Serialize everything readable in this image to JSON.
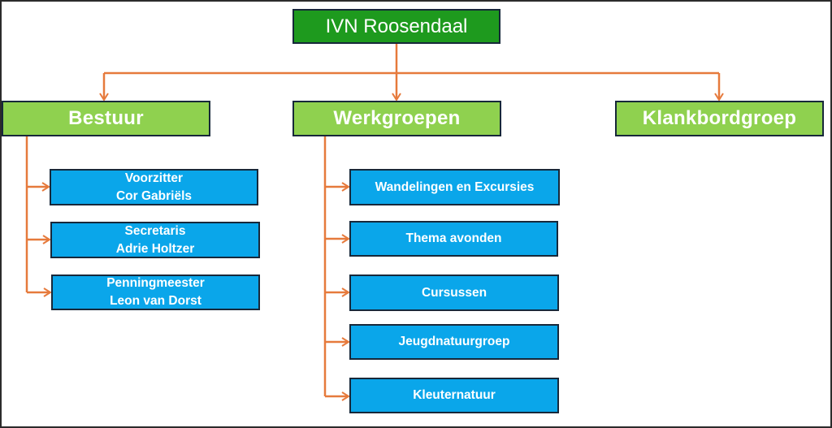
{
  "colors": {
    "root_fill": "#1e9a1e",
    "group_fill": "#8fd14f",
    "leaf_fill": "#0aa6ea",
    "connector": "#e67a3c",
    "box_border": "#17283a",
    "text": "#ffffff"
  },
  "root": {
    "label": "IVN Roosendaal"
  },
  "groups": [
    {
      "label": "Bestuur",
      "members": [
        {
          "role": "Voorzitter",
          "name": "Cor Gabriëls"
        },
        {
          "role": "Secretaris",
          "name": "Adrie Holtzer"
        },
        {
          "role": "Penningmeester",
          "name": "Leon van Dorst"
        }
      ]
    },
    {
      "label": "Werkgroepen",
      "items": [
        {
          "label": "Wandelingen en Excursies"
        },
        {
          "label": "Thema avonden"
        },
        {
          "label": "Cursussen"
        },
        {
          "label": "Jeugdnatuurgroep"
        },
        {
          "label": "Kleuternatuur"
        }
      ]
    },
    {
      "label": "Klankbordgroep"
    }
  ]
}
